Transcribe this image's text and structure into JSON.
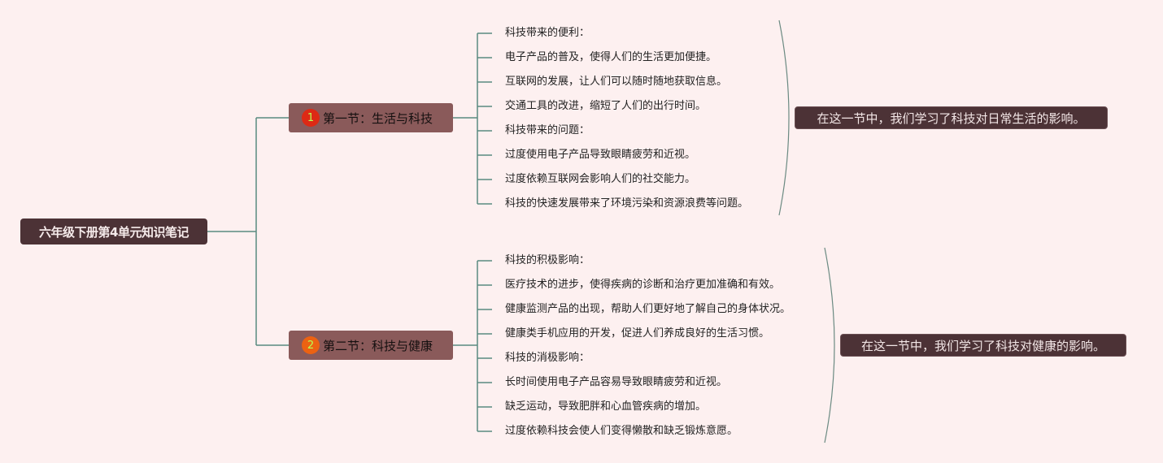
{
  "colors": {
    "background": "#fdf0f0",
    "connector": "#5a8a80",
    "root_fill": "#4c3236",
    "section_fill": "#8a5a5a",
    "badge_1": "#dd2a15",
    "badge_2": "#ec6212",
    "summary_fill": "#4c3236"
  },
  "root": {
    "title": "六年级下册第4单元知识笔记"
  },
  "sections": [
    {
      "badge": "1",
      "title": "第一节：生活与科技",
      "summary": "在这一节中，我们学习了科技对日常生活的影响。",
      "items": [
        "科技带来的便利：",
        "电子产品的普及，使得人们的生活更加便捷。",
        "互联网的发展，让人们可以随时随地获取信息。",
        "交通工具的改进，缩短了人们的出行时间。",
        "科技带来的问题：",
        "过度使用电子产品导致眼睛疲劳和近视。",
        "过度依赖互联网会影响人们的社交能力。",
        "科技的快速发展带来了环境污染和资源浪费等问题。"
      ]
    },
    {
      "badge": "2",
      "title": "第二节：科技与健康",
      "summary": "在这一节中，我们学习了科技对健康的影响。",
      "items": [
        "科技的积极影响：",
        "医疗技术的进步，使得疾病的诊断和治疗更加准确和有效。",
        "健康监测产品的出现，帮助人们更好地了解自己的身体状况。",
        "健康类手机应用的开发，促进人们养成良好的生活习惯。",
        "科技的消极影响：",
        "长时间使用电子产品容易导致眼睛疲劳和近视。",
        "缺乏运动，导致肥胖和心血管疾病的增加。",
        "过度依赖科技会使人们变得懒散和缺乏锻炼意愿。"
      ]
    }
  ]
}
